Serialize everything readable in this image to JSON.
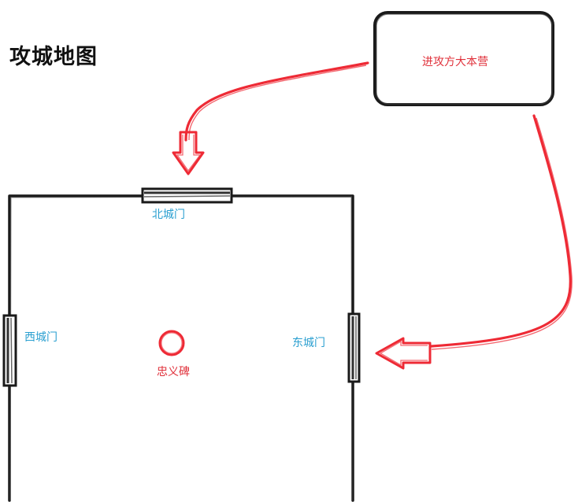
{
  "title": "攻城地图",
  "camp": {
    "label": "进攻方大本营"
  },
  "gates": {
    "north": "北城门",
    "west": "西城门",
    "east": "东城门"
  },
  "monument": {
    "label": "忠义碑"
  },
  "colors": {
    "sketch": "#1a1a1a",
    "arrow": "#ee2a35",
    "gate_text": "#2a9fd0",
    "red_text": "#e0303a"
  }
}
